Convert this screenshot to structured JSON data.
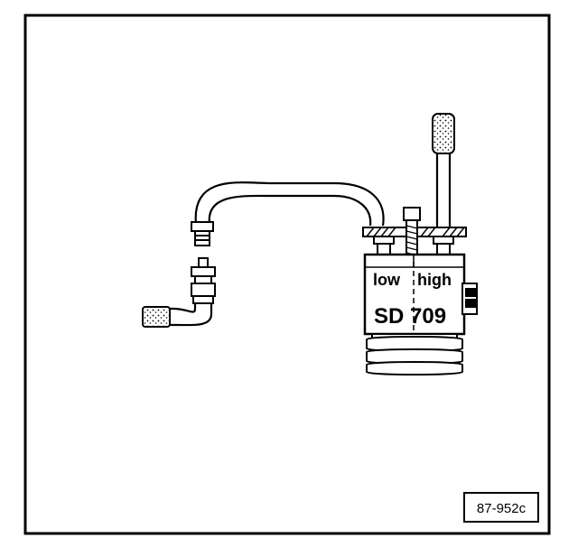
{
  "figure": {
    "compressor_labels": {
      "low": "low",
      "high": "high",
      "model": "SD 709"
    },
    "reference_code": "87-952c"
  }
}
